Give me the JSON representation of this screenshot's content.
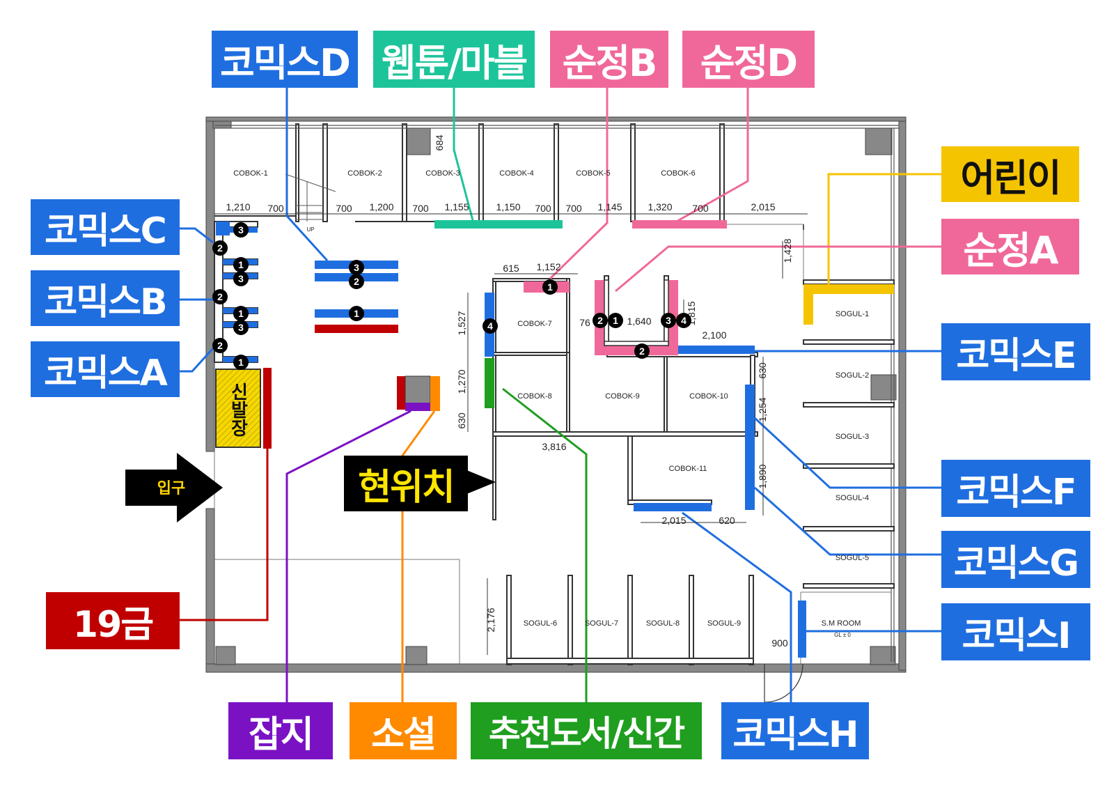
{
  "colors": {
    "comics": "#1f6ee0",
    "webtoon": "#1dc49a",
    "romance": "#f0689a",
    "kids": "#f5c400",
    "adult": "#c00000",
    "magazine": "#7a12c4",
    "novel": "#ff8a00",
    "recommended": "#1f9e1f",
    "current": "#000000",
    "current_text": "#ffe600"
  },
  "labels": {
    "comics_d": "코믹스D",
    "webtoon_marvel": "웹툰/마블",
    "romance_b": "순정B",
    "romance_d": "순정D",
    "comics_c": "코믹스C",
    "comics_b": "코믹스B",
    "comics_a": "코믹스A",
    "kids": "어린이",
    "romance_a": "순정A",
    "comics_e": "코믹스E",
    "comics_f": "코믹스F",
    "comics_g": "코믹스G",
    "comics_i": "코믹스I",
    "adult_19": "19금",
    "magazine": "잡지",
    "novel": "소설",
    "recommended_new": "추천도서/신간",
    "comics_h": "코믹스H",
    "current_location": "현위치",
    "entrance": "입구",
    "new_releases_shelf": "신발장"
  },
  "rooms": {
    "cobok1": "COBOK-1",
    "cobok2": "COBOK-2",
    "cobok3": "COBOK-3",
    "cobok4": "COBOK-4",
    "cobok5": "COBOK-5",
    "cobok6": "COBOK-6",
    "cobok7": "COBOK-7",
    "cobok8": "COBOK-8",
    "cobok9": "COBOK-9",
    "cobok10": "COBOK-10",
    "cobok11": "COBOK-11",
    "sogul1": "SOGUL-1",
    "sogul2": "SOGUL-2",
    "sogul3": "SOGUL-3",
    "sogul4": "SOGUL-4",
    "sogul5": "SOGUL-5",
    "sogul6": "SOGUL-6",
    "sogul7": "SOGUL-7",
    "sogul8": "SOGUL-8",
    "sogul9": "SOGUL-9",
    "smroom": "S.M ROOM",
    "gl": "GL ± 0",
    "up": "UP"
  },
  "dimensions": {
    "d1210": "1,210",
    "d700a": "700",
    "d700b": "700",
    "d1200": "1,200",
    "d700c": "700",
    "d1155": "1,155",
    "d1150": "1,150",
    "d700d": "700",
    "d700e": "700",
    "d1145": "1,145",
    "d1320": "1,320",
    "d700f": "700",
    "d2015a": "2,015",
    "d684": "684",
    "d1428": "1,428",
    "d615": "615",
    "d1152": "1,152",
    "d1527": "1,527",
    "d76": "76",
    "d1640": "1,640",
    "d1815": "1,815",
    "d2100": "2,100",
    "d1270": "1,270",
    "d630a": "630",
    "d630b": "630",
    "d1254": "1,254",
    "d3816": "3,816",
    "d1890": "1,890",
    "d2015b": "2,015",
    "d620": "620",
    "d2176": "2,176",
    "d900": "900"
  },
  "markers": {
    "m1": "1",
    "m2": "2",
    "m3": "3",
    "m4": "4"
  }
}
